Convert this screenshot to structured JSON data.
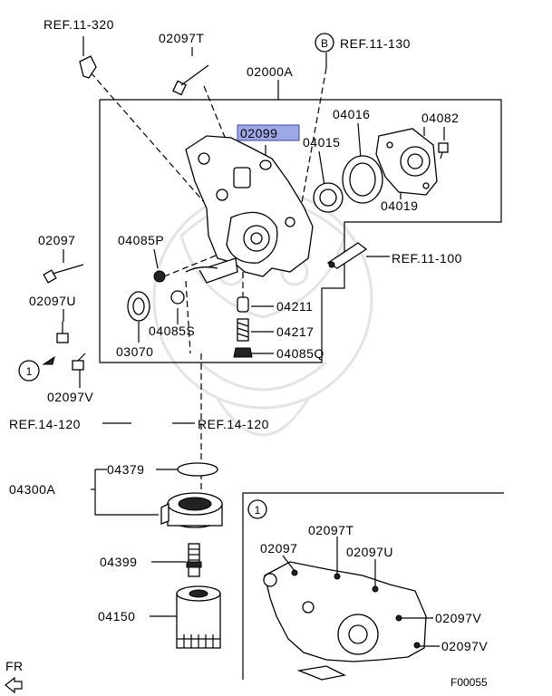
{
  "labels": {
    "ref_11_320": "REF.11-320",
    "p02097T_top": "02097T",
    "ref_b_letter": "B",
    "ref_11_130": "REF.11-130",
    "p02000A": "02000A",
    "p02099": "02099",
    "p04016": "04016",
    "p04082": "04082",
    "p04015": "04015",
    "p04019": "04019",
    "p04085P": "04085P",
    "ref_11_100": "REF.11-100",
    "p02097": "02097",
    "p02097U": "02097U",
    "p03070": "03070",
    "p04085S": "04085S",
    "p04211": "04211",
    "p04217": "04217",
    "p04085Q": "04085Q",
    "callout_1": "1",
    "p02097V": "02097V",
    "ref_14_120_left": "REF.14-120",
    "ref_14_120_right": "REF.14-120",
    "p04379": "04379",
    "p04300A": "04300A",
    "p04399": "04399",
    "p04150": "04150",
    "fr": "FR",
    "figure_code": "F00055"
  },
  "inset": {
    "callout": "1",
    "p02097T": "02097T",
    "p02097": "02097",
    "p02097U": "02097U",
    "p02097V_a": "02097V",
    "p02097V_b": "02097V"
  },
  "highlight_color": "#9fa8e6"
}
